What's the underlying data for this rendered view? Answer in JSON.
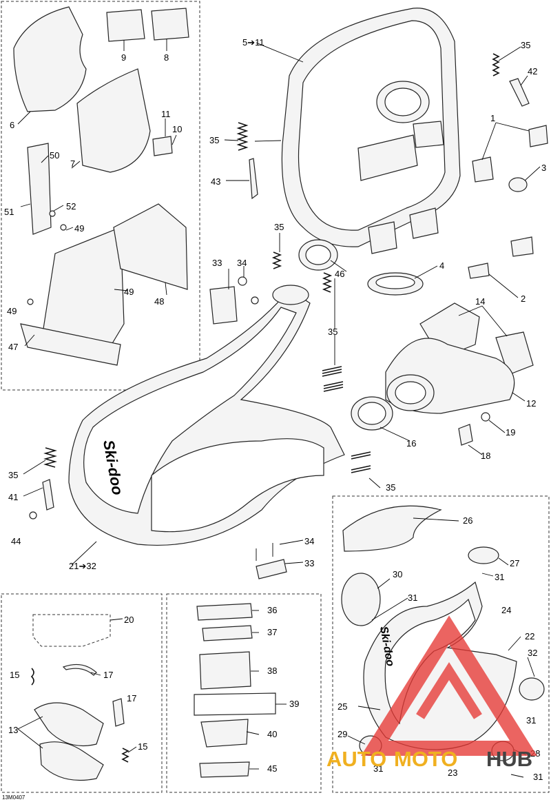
{
  "callouts": {
    "c_5_11": "5➔11",
    "c_35_tr": "35",
    "c_42": "42",
    "c_1": "1",
    "c_3": "3",
    "c_35_mid": "35",
    "c_43": "43",
    "c_35_pipe": "35",
    "c_33_top": "33",
    "c_34_top": "34",
    "c_46": "46",
    "c_4": "4",
    "c_2": "2",
    "c_14": "14",
    "c_35_b": "35",
    "c_12": "12",
    "c_16": "16",
    "c_19": "19",
    "c_18": "18",
    "c_35_left": "35",
    "c_41": "41",
    "c_44": "44",
    "c_35_low": "35",
    "c_21_32": "21➔32",
    "c_34_low": "34",
    "c_33_low": "33",
    "c_6": "6",
    "c_9": "9",
    "c_8": "8",
    "c_11": "11",
    "c_10": "10",
    "c_7": "7",
    "c_50": "50",
    "c_51": "51",
    "c_52": "52",
    "c_49_a": "49",
    "c_49_b": "49",
    "c_49_c": "49",
    "c_48": "48",
    "c_47": "47",
    "c_26": "26",
    "c_27": "27",
    "c_31_a": "31",
    "c_30": "30",
    "c_31_b": "31",
    "c_24": "24",
    "c_22": "22",
    "c_32": "32",
    "c_31_c": "31",
    "c_25": "25",
    "c_29": "29",
    "c_28": "28",
    "c_31_d": "31",
    "c_23": "23",
    "c_31_e": "31",
    "c_20": "20",
    "c_15_a": "15",
    "c_17_a": "17",
    "c_17_b": "17",
    "c_13": "13",
    "c_15_b": "15",
    "c_36": "36",
    "c_37": "37",
    "c_38": "38",
    "c_39": "39",
    "c_40": "40",
    "c_45": "45"
  },
  "brand_marks": {
    "muffler_logo": "Ski-doo",
    "pipe_logo": "Ski-doo"
  },
  "drawing_code": "13M0407",
  "watermark": {
    "part1": "AUTO",
    "part2": "MOTO",
    "part3": "HUB",
    "red": "#e53935",
    "orange": "#f0b020",
    "gray": "#444444"
  }
}
